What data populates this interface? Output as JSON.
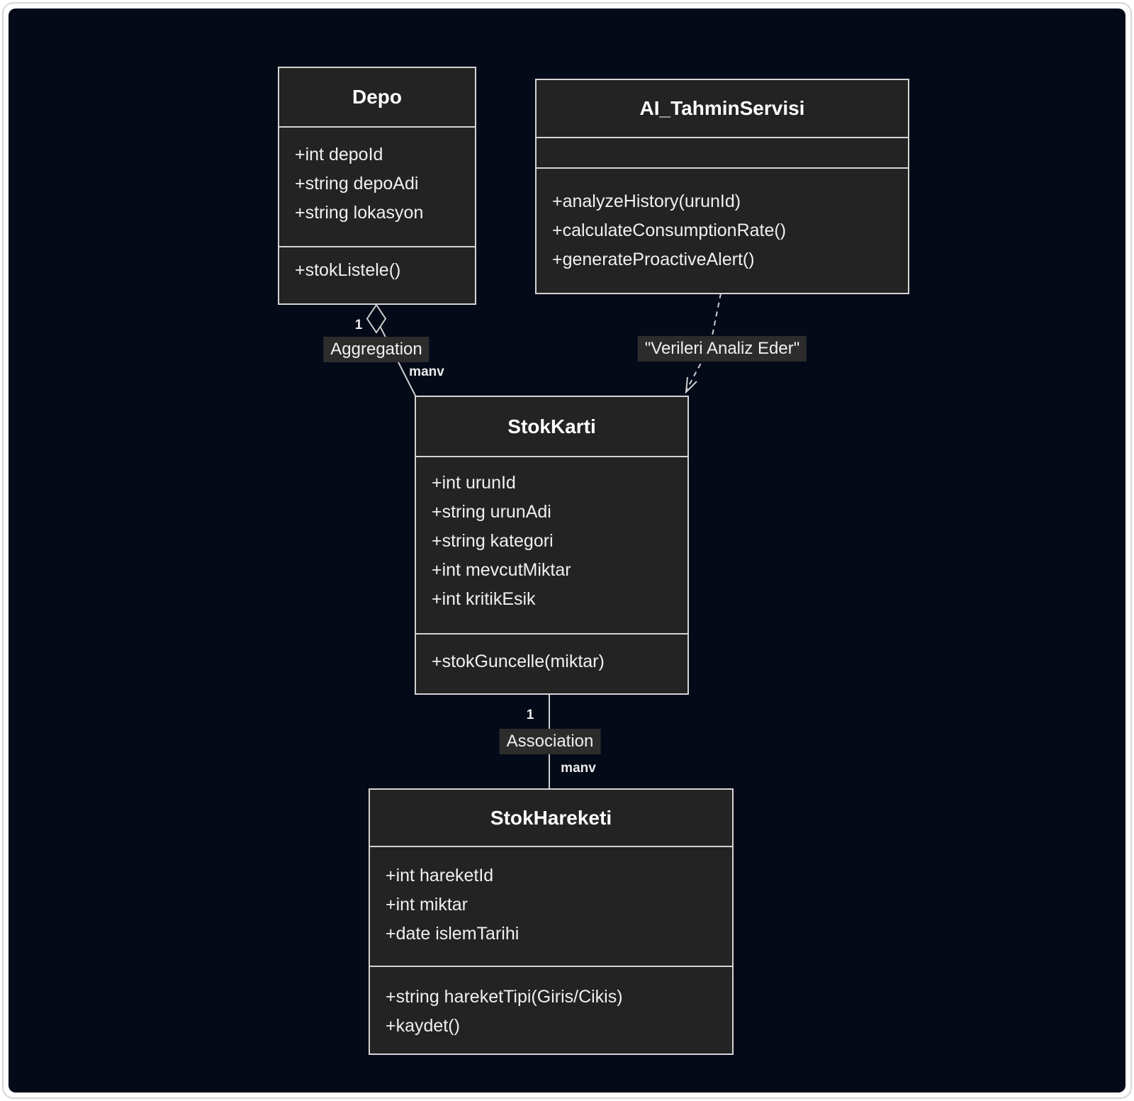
{
  "colors": {
    "canvas_bg": "#040a18",
    "box_fill": "#232323",
    "box_border": "#d4d4d4",
    "edge_stroke": "#cfcfcf",
    "label_bg": "#2c2c2c",
    "text": "#f0f0f0"
  },
  "classes": [
    {
      "name": "Depo",
      "attributes": [
        "+int depoId",
        "+string depoAdi",
        "+string lokasyon"
      ],
      "methods": [
        "+stokListele()"
      ]
    },
    {
      "name": "AI_TahminServisi",
      "attributes": [],
      "methods": [
        "+analyzeHistory(urunId)",
        "+calculateConsumptionRate()",
        "+generateProactiveAlert()"
      ]
    },
    {
      "name": "StokKarti",
      "attributes": [
        "+int urunId",
        "+string urunAdi",
        "+string kategori",
        "+int mevcutMiktar",
        "+int kritikEsik"
      ],
      "methods": [
        "+stokGuncelle(miktar)"
      ]
    },
    {
      "name": "StokHareketi",
      "attributes": [
        "+int hareketId",
        "+int miktar",
        "+date islemTarihi"
      ],
      "methods": [
        "+string hareketTipi(Giris/Cikis)",
        "+kaydet()"
      ]
    }
  ],
  "relations": {
    "aggregation": {
      "type": "aggregation",
      "label": "Aggregation",
      "source_cardinality": "1",
      "target_cardinality": "manv"
    },
    "dependency": {
      "type": "dependency",
      "label": "\"Verileri Analiz Eder\""
    },
    "association": {
      "type": "association",
      "label": "Association",
      "source_cardinality": "1",
      "target_cardinality": "manv"
    }
  }
}
